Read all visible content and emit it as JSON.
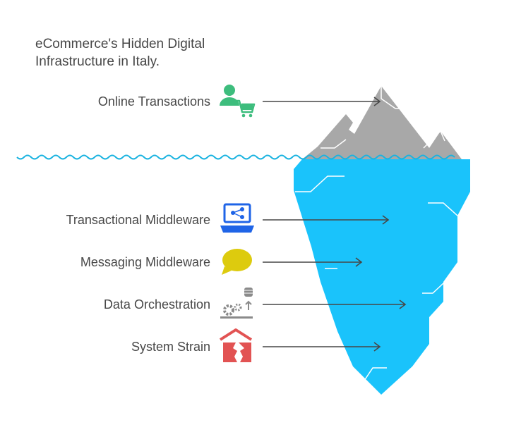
{
  "title": "eCommerce's Hidden Digital Infrastructure in Italy.",
  "items": [
    {
      "label": "Online Transactions",
      "icon": "user-shopping-cart-icon",
      "color": "#474747",
      "icon_color": "#3dbd7d"
    },
    {
      "label": "Transactional Middleware",
      "icon": "laptop-share-icon",
      "color": "#474747",
      "icon_color": "#1f64e7"
    },
    {
      "label": "Messaging Middleware",
      "icon": "speech-bubble-icon",
      "color": "#474747",
      "icon_color": "#ddcb0e"
    },
    {
      "label": "Data Orchestration",
      "icon": "gears-database-icon",
      "color": "#474747",
      "icon_color": "#8a8a8a"
    },
    {
      "label": "System Strain",
      "icon": "broken-house-icon",
      "color": "#474747",
      "icon_color": "#e25353"
    }
  ],
  "colors": {
    "water": "#1ac3fb",
    "wave": "#1ab3e0",
    "iceberg_tip": "#a8a8a8",
    "arrow": "#474747"
  }
}
